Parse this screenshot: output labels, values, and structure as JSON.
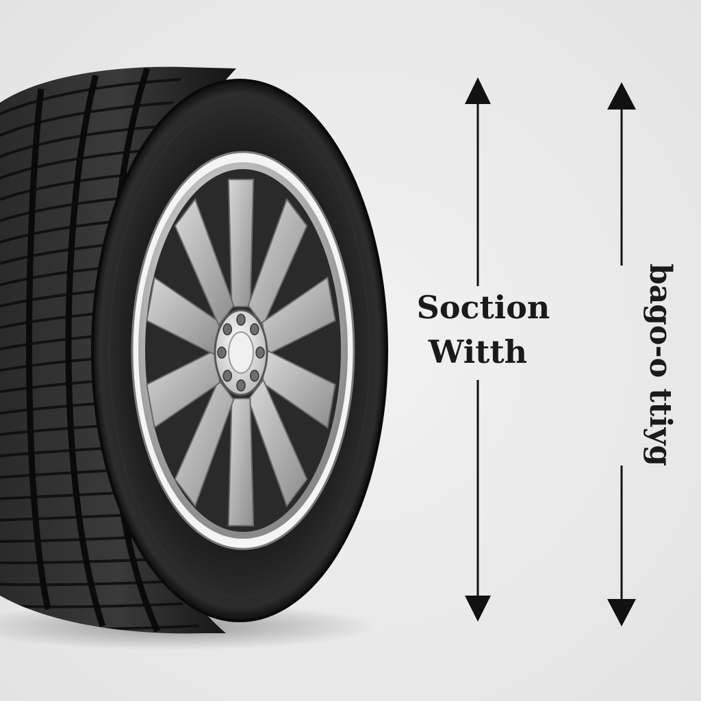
{
  "diagram": {
    "dimension_1": {
      "label_line_1": "Soction",
      "label_line_2": "Witth"
    },
    "dimension_2": {
      "label": "bago-o ttiyg"
    }
  },
  "colors": {
    "background": "#ececec",
    "tire": "#1c1c1c",
    "sidewall": "#151515",
    "rim": "#bdbdbd",
    "arrow": "#111111"
  }
}
